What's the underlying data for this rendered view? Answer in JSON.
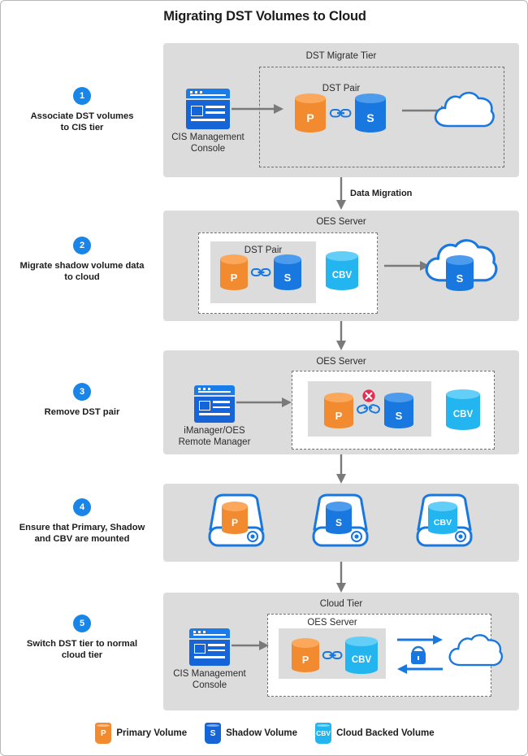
{
  "title": "Migrating DST Volumes to Cloud",
  "colors": {
    "primary_volume": "#F28B30",
    "shadow_volume": "#1878E0",
    "cloud_backed_volume": "#22B5F0",
    "badge": "#1A85E8",
    "panel_gray": "#DCDCDC",
    "arrow_gray": "#7A7A7A",
    "error_red": "#E52B50",
    "accent_blue": "#1565D8"
  },
  "flow_labels": {
    "data_migration": "Data Migration"
  },
  "steps": [
    {
      "number": "1",
      "text_line1": "Associate DST volumes",
      "text_line2": "to CIS tier",
      "panel_title": "DST Migrate Tier",
      "inner_title": "DST Pair",
      "console_caption_line1": "CIS Management",
      "console_caption_line2": "Console",
      "volumes": [
        "P",
        "S"
      ]
    },
    {
      "number": "2",
      "text_line1": "Migrate shadow volume data",
      "text_line2": "to cloud",
      "panel_title": "OES Server",
      "inner_title": "DST Pair",
      "volumes": [
        "P",
        "S"
      ],
      "extra_volume": "CBV",
      "cloud_volume": "S"
    },
    {
      "number": "3",
      "text_line1": "Remove DST pair",
      "text_line2": "",
      "panel_title": "OES Server",
      "console_caption_line1": "iManager/OES",
      "console_caption_line2": "Remote Manager",
      "volumes": [
        "P",
        "S"
      ],
      "extra_volume": "CBV"
    },
    {
      "number": "4",
      "text_line1": "Ensure that Primary, Shadow",
      "text_line2": "and CBV are mounted",
      "drives": [
        "P",
        "S",
        "CBV"
      ]
    },
    {
      "number": "5",
      "text_line1": "Switch DST tier to normal",
      "text_line2": "cloud tier",
      "panel_title": "Cloud Tier",
      "inner_title": "OES Server",
      "console_caption_line1": "CIS Management",
      "console_caption_line2": "Console",
      "volumes": [
        "P",
        "CBV"
      ]
    }
  ],
  "legend": [
    {
      "badge": "P",
      "label": "Primary Volume"
    },
    {
      "badge": "S",
      "label": "Shadow Volume"
    },
    {
      "badge": "CBV",
      "label": "Cloud Backed Volume"
    }
  ]
}
